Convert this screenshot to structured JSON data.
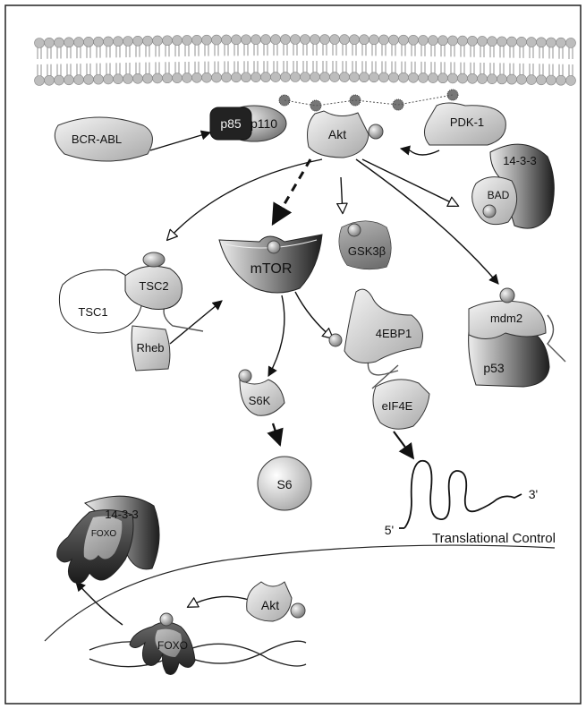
{
  "diagram": {
    "labels": {
      "bcr_abl": "BCR-ABL",
      "p85": "p85",
      "p110": "p110",
      "akt_top": "Akt",
      "pdk1": "PDK-1",
      "bad_1433": "14-3-3",
      "bad": "BAD",
      "tsc2": "TSC2",
      "tsc1": "TSC1",
      "mtor": "mTOR",
      "gsk3b": "GSK3β",
      "rheb": "Rheb",
      "fourebp1": "4EBP1",
      "mdm2": "mdm2",
      "p53": "p53",
      "s6k": "S6K",
      "eif4e": "eIF4E",
      "s6": "S6",
      "three_prime": "3'",
      "five_prime": "5'",
      "translational_control": "Translational Control",
      "foxo_1433": "14-3-3",
      "foxo_cyto": "FOXO",
      "foxo_nuc": "FOXO",
      "akt_bottom": "Akt"
    },
    "colors": {
      "membrane_head": "#bdbdbd",
      "protein_light": "#d9d9d9",
      "protein_mid": "#9a9a9a",
      "protein_dark": "#2f2f2f",
      "line": "#111111",
      "inhibit_line": "#666666"
    }
  }
}
